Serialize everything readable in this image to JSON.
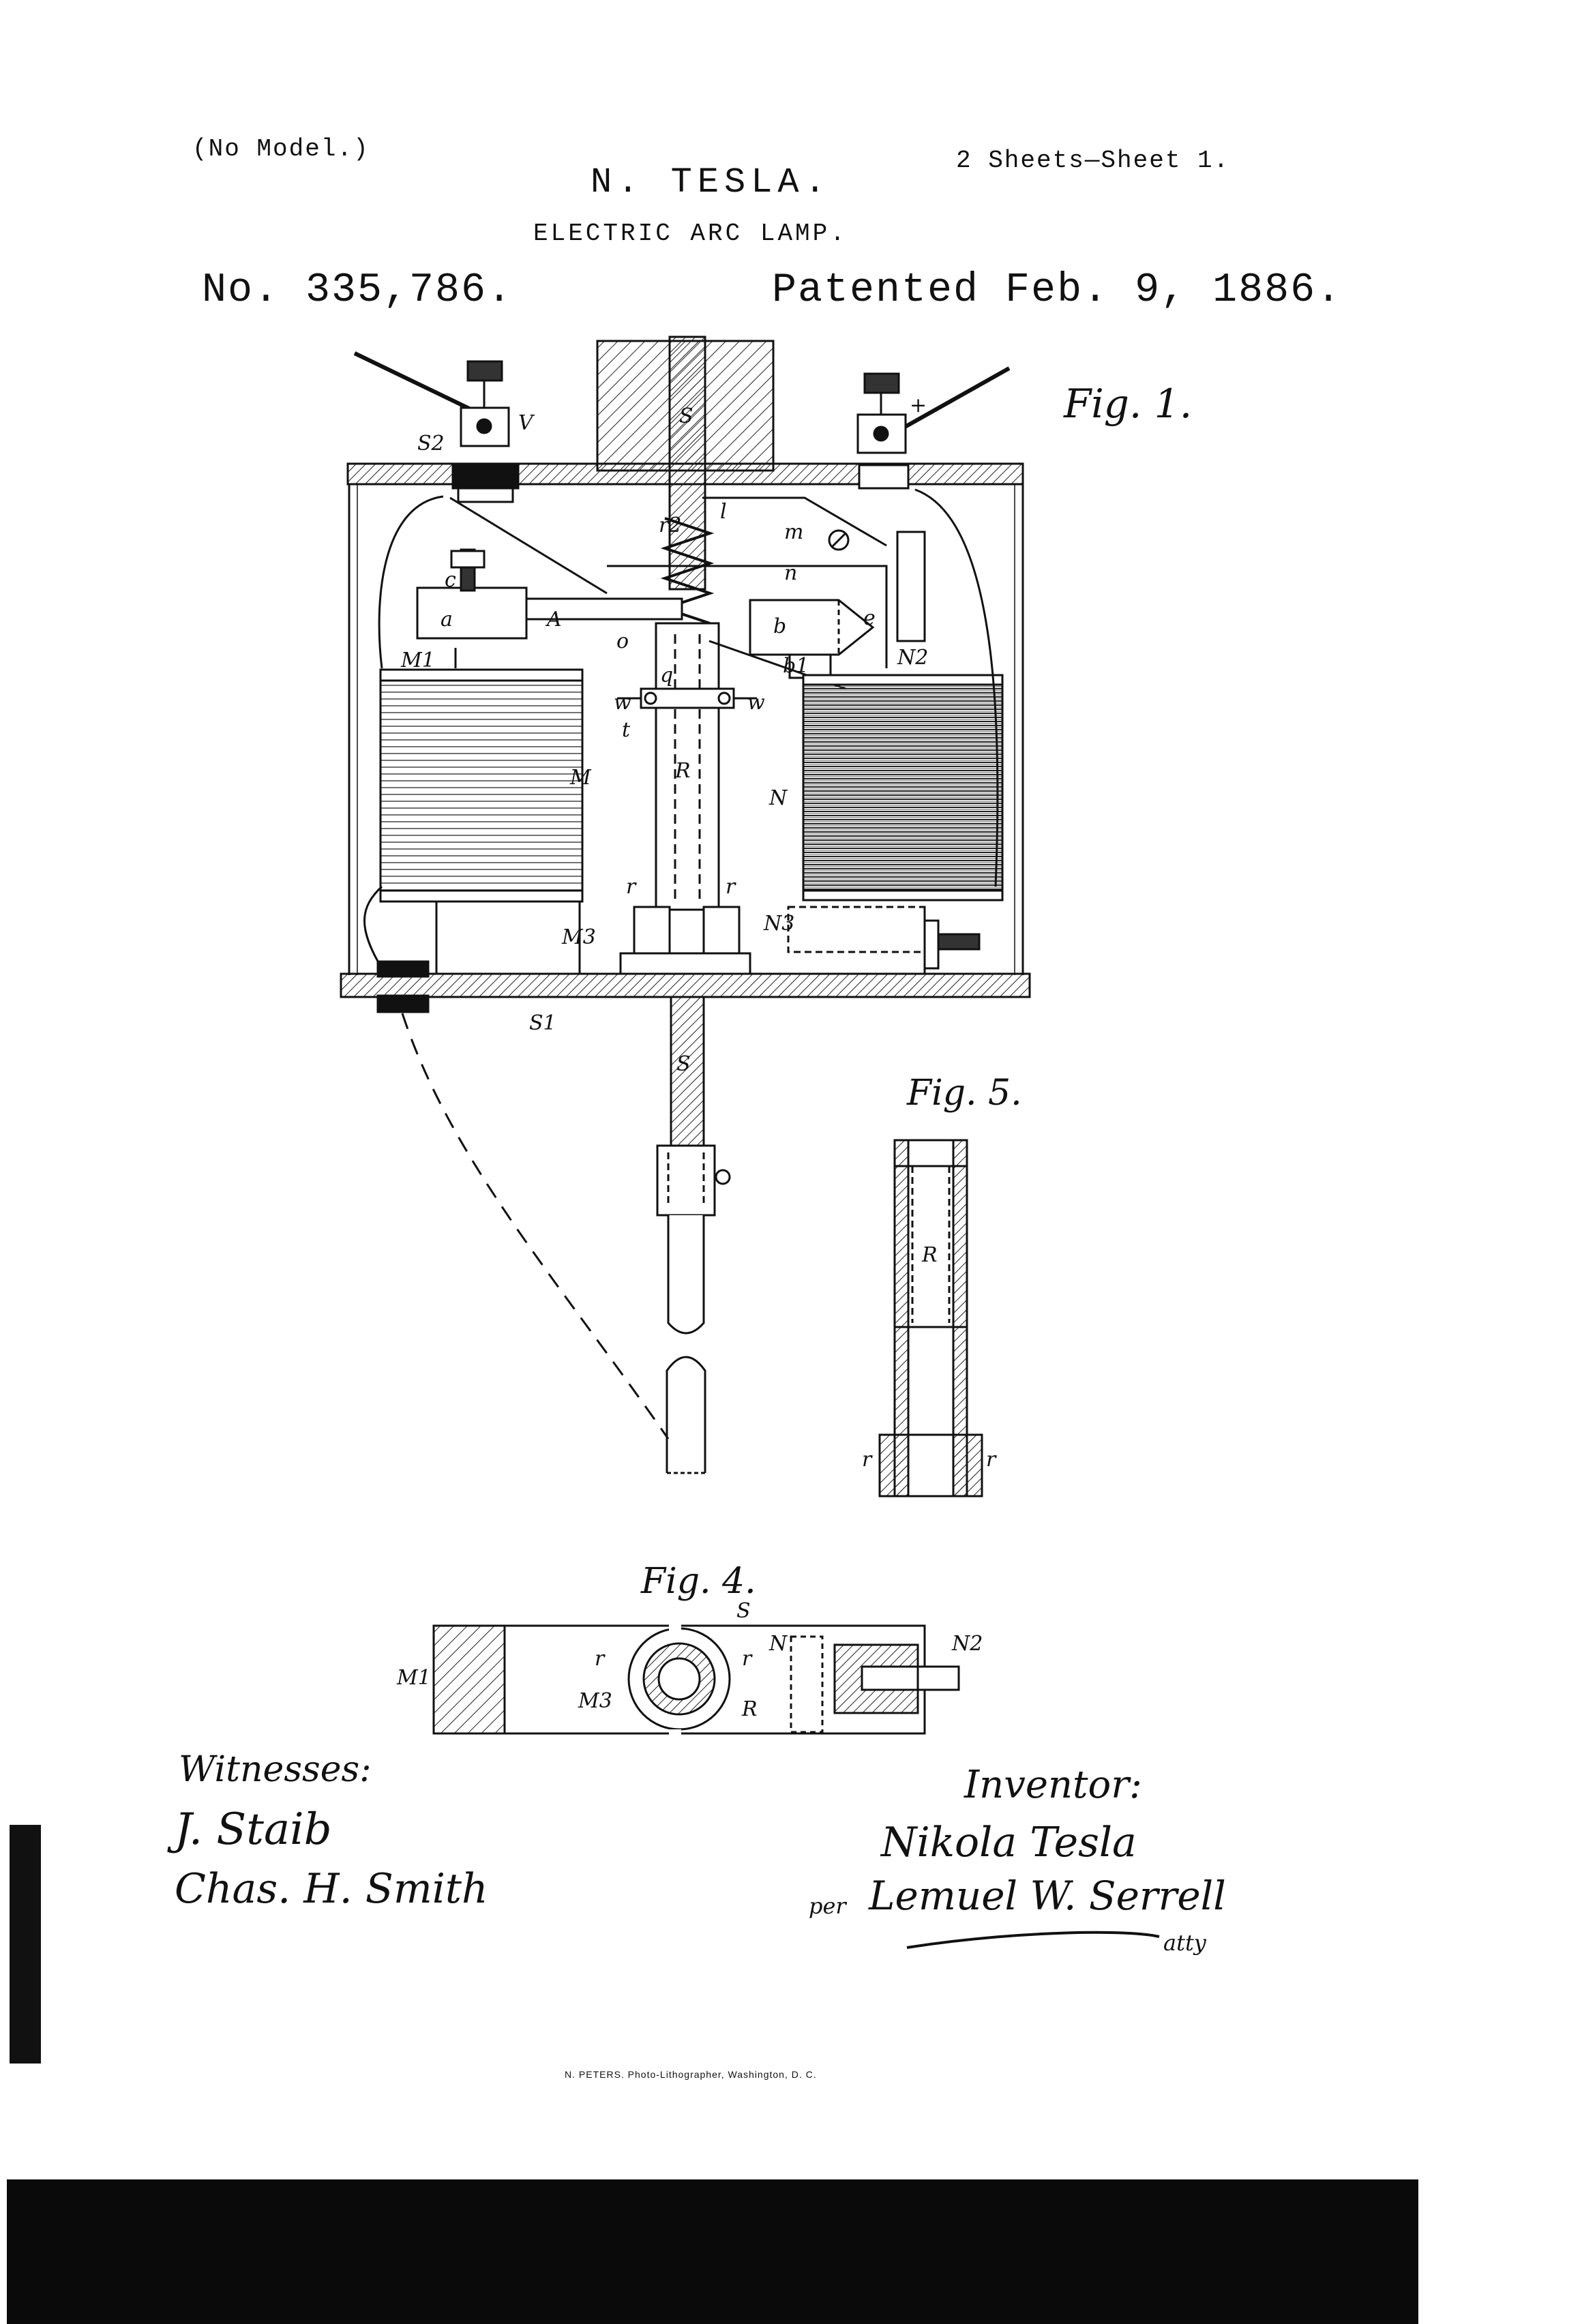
{
  "header": {
    "model_note": "(No Model.)",
    "sheets": "2 Sheets—Sheet 1.",
    "inventor_name": "N. TESLA.",
    "title": "ELECTRIC ARC LAMP.",
    "patent_number": "No. 335,786.",
    "patent_date": "Patented Feb. 9, 1886."
  },
  "figures": {
    "fig1": {
      "caption": "Fig. 1.",
      "labels": [
        "S2",
        "V",
        "S",
        "+",
        "r2",
        "l",
        "m",
        "n",
        "c",
        "a",
        "A",
        "o",
        "b",
        "e",
        "q",
        "b1",
        "N2",
        "w",
        "w",
        "t",
        "M1",
        "M",
        "R",
        "N",
        "r",
        "r",
        "M3",
        "N3",
        "S1",
        "S"
      ]
    },
    "fig4": {
      "caption": "Fig. 4.",
      "labels": [
        "M1",
        "r",
        "S",
        "r",
        "N",
        "N2",
        "M3",
        "R"
      ]
    },
    "fig5": {
      "caption": "Fig. 5.",
      "labels": [
        "R",
        "r",
        "r"
      ]
    }
  },
  "signatures": {
    "witnesses_label": "Witnesses:",
    "witness_1": "J. Staib",
    "witness_2": "Chas. H. Smith",
    "inventor_label": "Inventor:",
    "inventor": "Nikola Tesla",
    "per": "per",
    "attorney": "Lemuel W. Serrell",
    "atty": "atty"
  },
  "footer": {
    "printer": "N. PETERS. Photo-Lithographer, Washington, D. C."
  }
}
